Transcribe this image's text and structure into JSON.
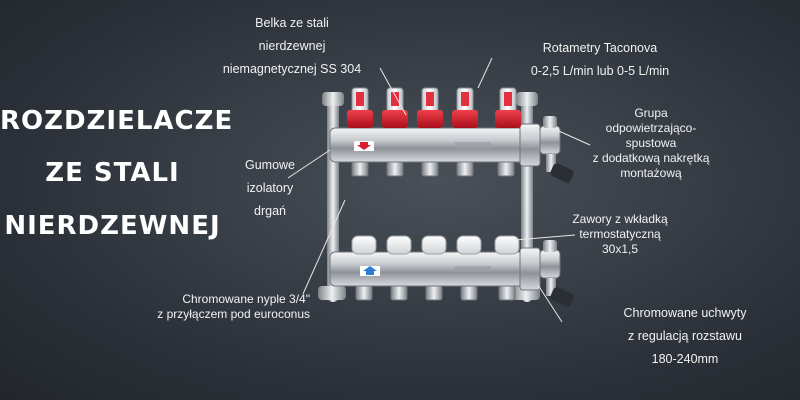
{
  "headline": {
    "line1": "ROZDZIELACZE",
    "line2": "ZE STALI",
    "line3": "NIERDZEWNEJ"
  },
  "annotations": {
    "beam": [
      "Belka ze stali",
      "nierdzewnej",
      "niemagnetycznej SS 304"
    ],
    "rotameters": [
      "Rotametry Taconova",
      "0-2,5 L/min lub 0-5 L/min"
    ],
    "vent_group": [
      "Grupa",
      "odpowietrzająco-",
      "spustowa",
      "z dodatkową nakrętką",
      "montażową"
    ],
    "isolators": [
      "Gumowe",
      "izolatory",
      "drgań"
    ],
    "valves": [
      "Zawory z wkładką",
      "termostatyczną",
      "30x1,5"
    ],
    "nipples": [
      "Chromowane nyple 3/4\"",
      "z przyłączem pod euroconus"
    ],
    "brackets": [
      "Chromowane uchwyty",
      "z regulacją rozstawu",
      "180-240mm"
    ]
  },
  "colors": {
    "background": "#2f343b",
    "text": "#ffffff",
    "rotameter_cap": "#d81e2c",
    "valve_cap": "#f4f4f4",
    "supply_arrow": "#d81e2c",
    "return_arrow": "#2a7fd4"
  }
}
